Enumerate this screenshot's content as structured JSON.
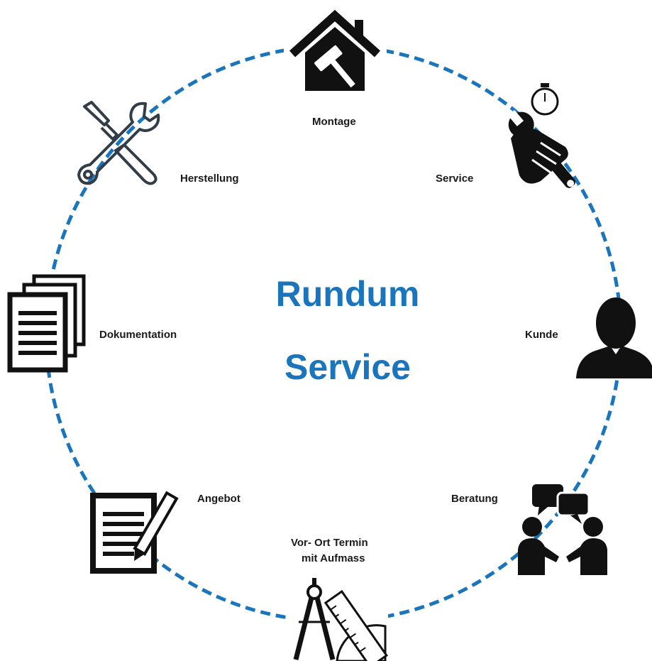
{
  "title": {
    "line1": "Rundum",
    "line2": "Service"
  },
  "colors": {
    "ring": "#1a75bc",
    "title": "#1a75bc",
    "icon": "#111111",
    "label": "#1a1a1a"
  },
  "steps": [
    {
      "id": "montage",
      "label": "Montage",
      "icon": "house-hammer-icon"
    },
    {
      "id": "service",
      "label": "Service",
      "icon": "wrench-hand-stopwatch-icon"
    },
    {
      "id": "kunde",
      "label": "Kunde",
      "icon": "person-icon"
    },
    {
      "id": "beratung",
      "label": "Beratung",
      "icon": "consultation-icon"
    },
    {
      "id": "termin",
      "label_line1": "Vor- Ort Termin",
      "label_line2": "mit Aufmass",
      "icon": "compass-ruler-icon"
    },
    {
      "id": "angebot",
      "label": "Angebot",
      "icon": "document-pen-icon"
    },
    {
      "id": "dokumentation",
      "label": "Dokumentation",
      "icon": "documents-stack-icon"
    },
    {
      "id": "herstellung",
      "label": "Herstellung",
      "icon": "tools-icon"
    }
  ]
}
